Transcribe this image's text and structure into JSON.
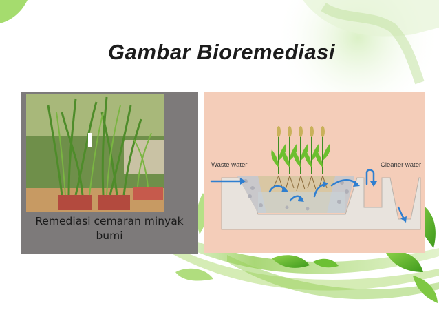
{
  "slide": {
    "title": "Gambar Bioremediasi"
  },
  "photo": {
    "caption_line1": "Remediasi cemaran minyak",
    "caption_line2": "bumi"
  },
  "diagram": {
    "waste_label": "Waste water",
    "clean_label": "Cleaner water"
  },
  "colors": {
    "leaf_green": "#5fbf2a",
    "diagram_bg": "#f4cdb9",
    "photo_frame": "#7d7a7a",
    "water_arrow": "#2f7fd0"
  }
}
